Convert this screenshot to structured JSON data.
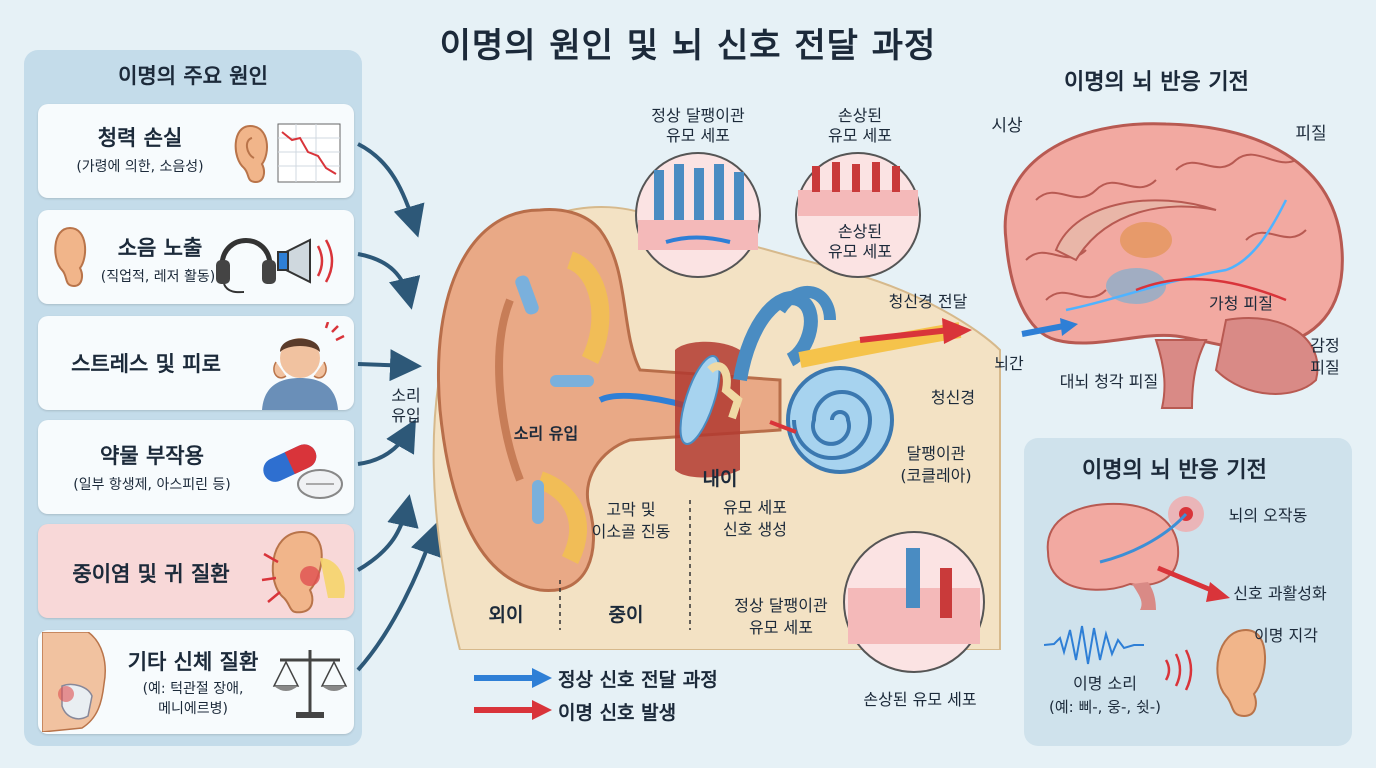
{
  "title": "이명의 원인 및 뇌 신호 전달 과정",
  "causes": {
    "heading": "이명의 주요 원인",
    "items": [
      {
        "title": "청력 손실",
        "sub": "(가령에 의한, 소음성)",
        "icon": "ear-graph-icon"
      },
      {
        "title": "소음 노출",
        "sub": "(직업적, 레저 활동)",
        "icon": "headphones-megaphone-icon"
      },
      {
        "title": "스트레스 및 피로",
        "sub": "",
        "icon": "stressed-person-icon"
      },
      {
        "title": "약물 부작용",
        "sub": "(일부 항생제, 아스피린 등)",
        "icon": "pills-icon"
      },
      {
        "title": "중이염 및 귀 질환",
        "sub": "",
        "icon": "inflamed-ear-icon"
      },
      {
        "title": "기타 신체 질환",
        "sub1": "(예: 턱관절 장애,",
        "sub2": "메니에르병)",
        "icon": "jaw-scale-icon"
      }
    ]
  },
  "ear": {
    "sound_in_1": "소리",
    "sound_in_2": "유입",
    "sound_in_inner": "소리 유입",
    "inner_ear": "내이",
    "outer_ear": "외이",
    "middle_ear": "중이",
    "eardrum_1": "고막 및",
    "eardrum_2": "이소골 진동",
    "hair_signal_1": "유모 세포",
    "hair_signal_2": "신호 생성",
    "auditory_nerve_transmit": "청신경 전달",
    "auditory_nerve": "청신경",
    "cochlea_1": "달팽이관",
    "cochlea_2": "(코클레아)",
    "brainstem": "뇌간",
    "normal_cells_top_1": "정상 달팽이관",
    "normal_cells_top_2": "유모 세포",
    "damaged_top_1": "손상된",
    "damaged_top_2": "유모 세포",
    "damaged_inside_1": "손상된",
    "damaged_inside_2": "유모 세포",
    "normal_cells_bottom_1": "정상 달팽이관",
    "normal_cells_bottom_2": "유모 세포",
    "damaged_bottom": "손상된 유모 세포"
  },
  "legend": {
    "normal": "정상 신호 전달 과정",
    "tinnitus": "이명 신호 발생",
    "normal_color": "#2e7fd6",
    "tinnitus_color": "#d9343a"
  },
  "brain_top": {
    "heading": "이명의 뇌 반응 기전",
    "thalamus": "시상",
    "cortex": "피질",
    "auditory_cortex": "가청 피질",
    "emotional_cortex_1": "감정",
    "emotional_cortex_2": "피질",
    "cerebral_auditory": "대뇌 청각 피질"
  },
  "brain_bottom": {
    "heading": "이명의 뇌 반응 기전",
    "malfunction": "뇌의 오작동",
    "hyperactivation": "신호 과활성화",
    "perception": "이명 지각",
    "sound_1": "이명 소리",
    "sound_2": "(예: 삐-, 웅-, 쉿-)"
  }
}
